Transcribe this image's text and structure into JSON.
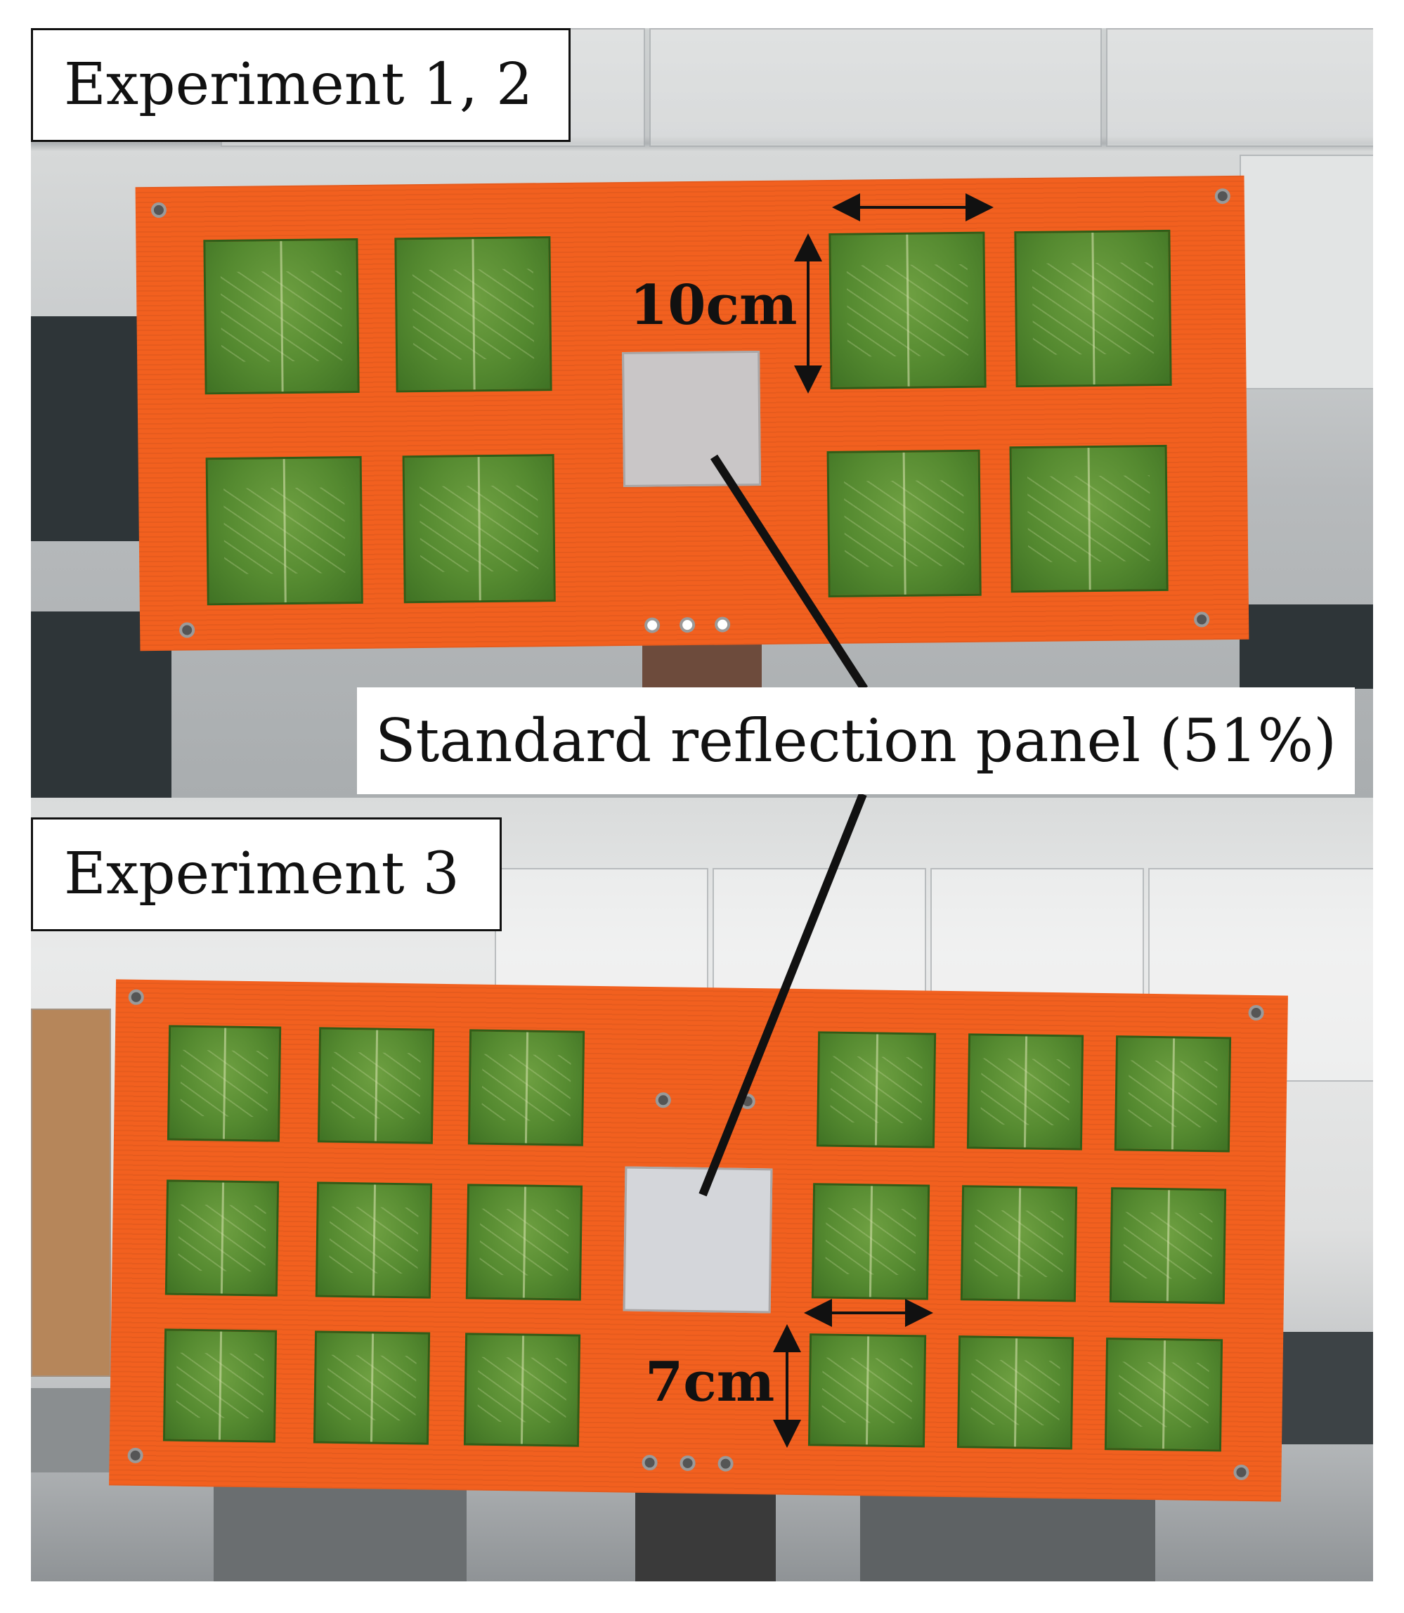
{
  "panels": {
    "top_label": "Experiment 1, 2",
    "bottom_label": "Experiment 3"
  },
  "annotations": {
    "top_dimension": "10cm",
    "bottom_dimension": "7cm",
    "reference_label": "Standard reflection panel (51%)"
  },
  "colors": {
    "board": "#f2601f",
    "leaf": "#558a30",
    "reference_panel": "#c9c6c7"
  }
}
